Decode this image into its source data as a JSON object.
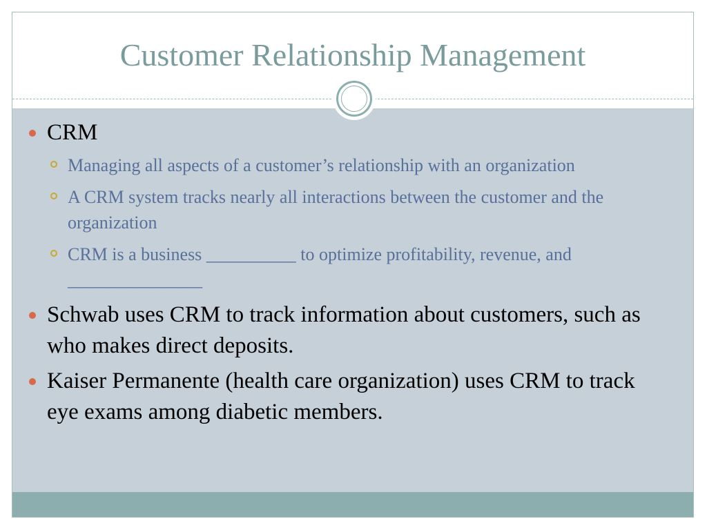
{
  "slide": {
    "title": "Customer Relationship Management",
    "bullets": [
      {
        "text": "CRM",
        "sub": [
          "Managing all aspects of a customer’s relationship with an organization",
          "A CRM system tracks nearly all interactions between the customer and the organization",
          "CRM is a business __________ to optimize profitability, revenue, and _______________"
        ]
      },
      {
        "text": "Schwab uses CRM to track information about customers, such as who makes direct deposits."
      },
      {
        "text": "Kaiser Permanente (health care organization) uses CRM to track eye exams among diabetic members."
      }
    ]
  },
  "colors": {
    "title": "#7a9b9b",
    "content_background": "#c5d0d8",
    "footer_bar": "#8caeae",
    "level1_bullet": "#d9694b",
    "level2_bullet": "#c9a830",
    "level2_text": "#58709a"
  }
}
